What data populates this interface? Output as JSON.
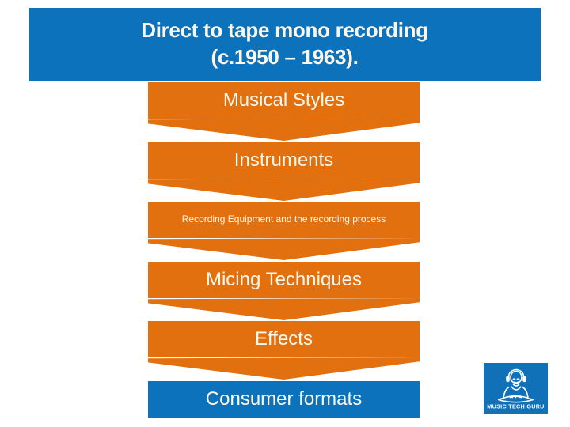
{
  "slide": {
    "background_color": "#ffffff",
    "title": {
      "text": "Direct to tape mono recording\n(c.1950 – 1963).",
      "line1": "Direct to tape mono recording",
      "line2": "(c.1950 – 1963).",
      "background_color": "#0c72bc",
      "text_color": "#fdf6ea"
    }
  },
  "funnel": {
    "accent_orange": "#e2700e",
    "accent_blue": "#0c72bc",
    "label_color": "#fdf8ec",
    "stages": [
      {
        "index": 1,
        "label": "Musical Styles",
        "color": "#e2700e",
        "text_size": "large"
      },
      {
        "index": 2,
        "label": "Instruments",
        "color": "#e2700e",
        "text_size": "large"
      },
      {
        "index": 3,
        "label": "Recording Equipment and the recording process",
        "color": "#e2700e",
        "text_size": "small"
      },
      {
        "index": 4,
        "label": "Micing Techniques",
        "color": "#e2700e",
        "text_size": "large"
      },
      {
        "index": 5,
        "label": "Effects",
        "color": "#e2700e",
        "text_size": "large"
      },
      {
        "index": 6,
        "label": "Consumer formats",
        "color": "#0c72bc",
        "text_size": "large"
      }
    ]
  },
  "logo": {
    "name": "music-tech-guru-logo",
    "text": "MUSIC TECH GURU",
    "background_color": "#1071b8",
    "mark_color": "#ffffff",
    "depicts": "seated guru wearing headphones"
  }
}
